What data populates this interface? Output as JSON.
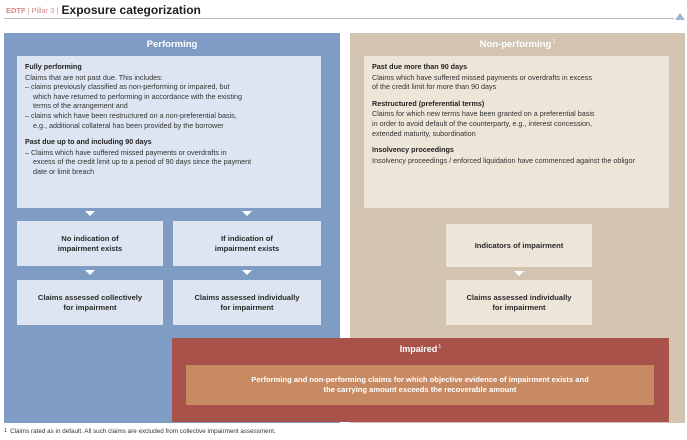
{
  "header": {
    "brand": "EDTF",
    "separator": "|",
    "section": "Pillar 3 |",
    "title": "Exposure categorization"
  },
  "performing": {
    "title": "Performing",
    "fully_performing_heading": "Fully performing",
    "fully_performing_intro": "Claims that are not past due. This includes:",
    "bullet1_line1": "– claims previously classified as non-performing or impaired, but",
    "bullet1_line2": "which have returned to performing in accordance with the existing",
    "bullet1_line3": "terms of the arrangement and",
    "bullet2_line1": "– claims which have been restructured on a non-preferential basis,",
    "bullet2_line2": "e.g., additional collateral has been provided by the borrower",
    "past_due_heading": "Past due up to and including 90 days",
    "past_due_line1": "– Claims which have suffered missed payments or overdrafts in",
    "past_due_line2": "excess of the credit limit up to a period of 90 days since the payment",
    "past_due_line3": "date or limit breach",
    "no_indication_line1": "No indication of",
    "no_indication_line2": "impairment exists",
    "if_indication_line1": "If indication of",
    "if_indication_line2": "impairment exists",
    "collective_line1": "Claims assessed collectively",
    "collective_line2": "for impairment",
    "individual_line1": "Claims assessed individually",
    "individual_line2": "for impairment"
  },
  "non_performing": {
    "title": "Non-performing",
    "footnote_ref": "1",
    "past_due_heading": "Past due more than 90 days",
    "past_due_line1": "Claims which have suffered missed payments or overdrafts in excess",
    "past_due_line2": "of the credit limit for more than 90 days",
    "restructured_heading": "Restructured (preferential terms)",
    "restructured_line1": "Claims for which new terms have been granted on a preferential basis",
    "restructured_line2": "in order to avoid default of the counterparty, e.g., interest concession,",
    "restructured_line3": "extended maturity, subordination",
    "insolvency_heading": "Insolvency proceedings",
    "insolvency_line1": "Insolvency proceedings / enforced liquidation have commenced against the obligor",
    "indicators": "Indicators of impairment",
    "individual_line1": "Claims assessed individually",
    "individual_line2": "for impairment"
  },
  "impaired": {
    "title": "Impaired",
    "footnote_ref": "1",
    "line1": "Performing and non-performing claims for which objective evidence of impairment exists and",
    "line2": "the carrying amount exceeds the recoverable amount"
  },
  "footnote": {
    "marker": "1",
    "text": "Claims rated as in default. All such claims are excluded from collective impairment assessment."
  },
  "colors": {
    "performing_panel": "#7e9cc4",
    "performing_box": "#dce5f1",
    "non_performing_panel": "#d2c4b0",
    "non_performing_box": "#ede5d7",
    "impaired_panel": "#a8524a",
    "impaired_box": "#c88a63",
    "brand": "#d08a8a"
  }
}
